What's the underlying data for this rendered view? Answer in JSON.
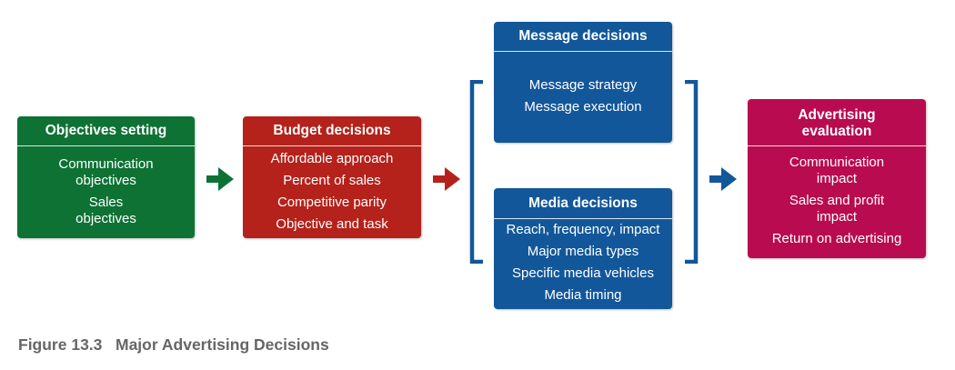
{
  "colors": {
    "green": "#0e7235",
    "red": "#b4221b",
    "blue": "#12579a",
    "magenta": "#b90b4f",
    "caption": "#666666"
  },
  "objectives": {
    "title": "Objectives setting",
    "items": [
      "Communication objectives",
      "Sales objectives"
    ]
  },
  "budget": {
    "title": "Budget decisions",
    "items": [
      "Affordable approach",
      "Percent of sales",
      "Competitive parity",
      "Objective and task"
    ]
  },
  "message": {
    "title": "Message decisions",
    "items": [
      "Message strategy",
      "Message execution"
    ]
  },
  "media": {
    "title": "Media decisions",
    "items": [
      "Reach, frequency, impact",
      "Major media types",
      "Specific media vehicles",
      "Media timing"
    ]
  },
  "evaluation": {
    "title": "Advertising evaluation",
    "items": [
      "Communication impact",
      "Sales and profit impact",
      "Return on advertising"
    ]
  },
  "caption": {
    "figure": "Figure 13.3",
    "title": "Major Advertising Decisions"
  }
}
